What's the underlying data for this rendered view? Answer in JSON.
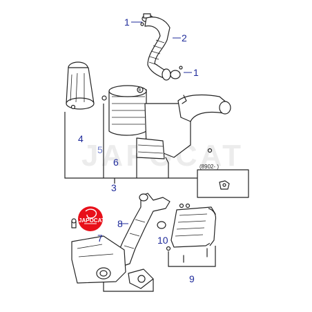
{
  "callouts": {
    "c1a": "1",
    "c2": "2",
    "c1b": "1",
    "c4": "4",
    "c5": "5",
    "c6": "6",
    "c3": "3",
    "c7": "7",
    "c8": "8",
    "c10": "10",
    "c9": "9"
  },
  "detail_box_label": "(8902-     )",
  "bolt_mark": "B",
  "watermark_text": "JAPOCAT",
  "logo_text": "JAPOCAT",
  "colors": {
    "callout": "#1e2a9a",
    "logo": "#e8101a",
    "line": "#222222"
  }
}
